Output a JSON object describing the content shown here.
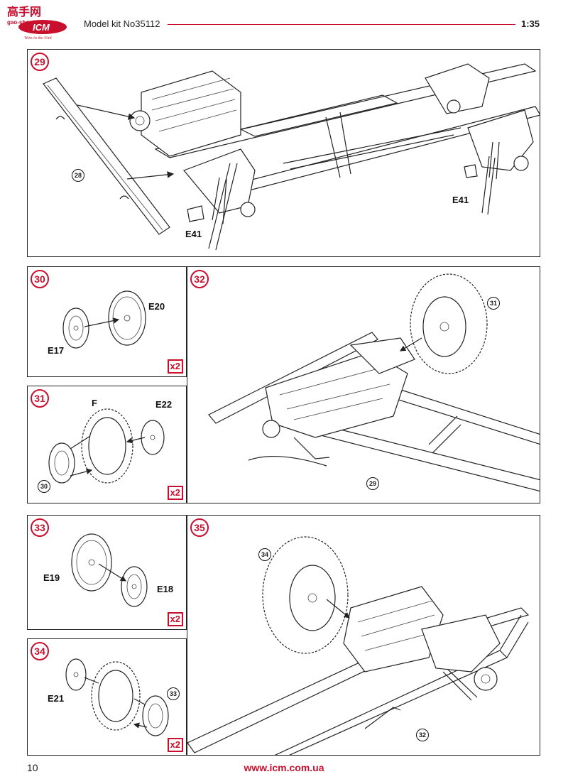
{
  "header": {
    "logo_text_top": "高手网",
    "logo_text_domain": "gao-shou.com",
    "logo_brand": "ICM",
    "logo_tagline": "Wins in the Unit",
    "kit_label": "Model kit No35112",
    "scale": "1:35"
  },
  "steps": {
    "s29": {
      "number": "29",
      "labels": [
        "E41",
        "E41"
      ],
      "ref": "28"
    },
    "s30": {
      "number": "30",
      "labels": [
        "E20",
        "E17"
      ],
      "multiplier": "x2"
    },
    "s31": {
      "number": "31",
      "labels": [
        "F",
        "E22"
      ],
      "ref": "30",
      "multiplier": "x2"
    },
    "s32": {
      "number": "32",
      "refs": [
        "31",
        "29"
      ]
    },
    "s33": {
      "number": "33",
      "labels": [
        "E19",
        "E18"
      ],
      "multiplier": "x2"
    },
    "s34": {
      "number": "34",
      "labels": [
        "E21"
      ],
      "ref": "33",
      "multiplier": "x2"
    },
    "s35": {
      "number": "35",
      "refs": [
        "34",
        "32"
      ]
    }
  },
  "colors": {
    "accent": "#c8102e",
    "line": "#222222"
  },
  "footer": {
    "page_number": "10",
    "url": "www.icm.com.ua"
  }
}
